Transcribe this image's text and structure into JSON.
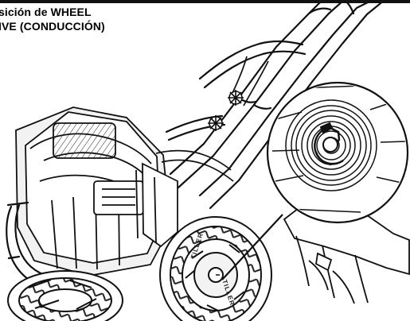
{
  "caption": {
    "line1": "sición de WHEEL",
    "line2": "IVE (CONDUCCIÓN)"
  },
  "tire_text": {
    "left": "TILLER",
    "right": "TILLER"
  },
  "colors": {
    "ink": "#111111",
    "background": "#ffffff",
    "tire_shade": "#cfcfcf",
    "engine_fill": "#f2f2f2"
  }
}
